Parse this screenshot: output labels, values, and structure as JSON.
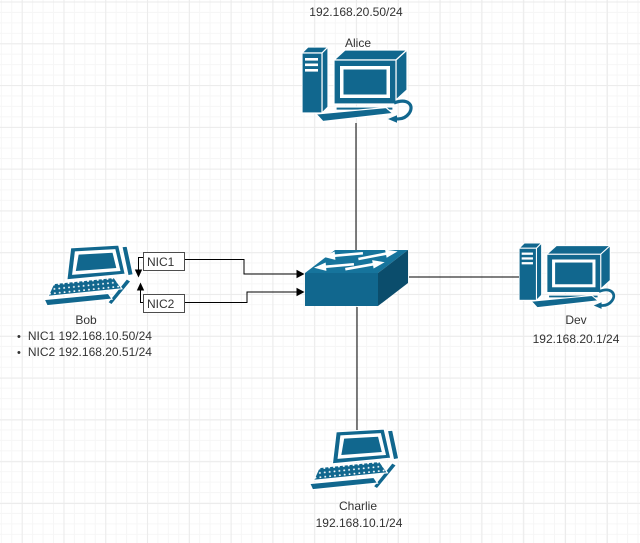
{
  "diagram": {
    "nodes": {
      "alice": {
        "name": "Alice",
        "ip": "192.168.20.50/24",
        "icon": "desktop-computer-icon"
      },
      "bob": {
        "name": "Bob",
        "icon": "laptop-icon",
        "nic_list": [
          "NIC1 192.168.10.50/24",
          "NIC2 192.168.20.51/24"
        ]
      },
      "charlie": {
        "name": "Charlie",
        "ip": "192.168.10.1/24",
        "icon": "laptop-icon"
      },
      "dev": {
        "name": "Dev",
        "ip": "192.168.20.1/24",
        "icon": "desktop-computer-icon"
      },
      "switch": {
        "icon": "ethernet-switch-icon"
      }
    },
    "port_labels": {
      "nic1": "NIC1",
      "nic2": "NIC2"
    },
    "colors": {
      "device": "#11678e",
      "device_top": "#16749c",
      "device_dark": "#0b4d6c",
      "connector": "#000000",
      "text": "#333333",
      "label_box_border": "#4d4d4d",
      "label_box_bg": "#ffffff",
      "canvas_bg": "#ffffff",
      "grid_minor": "#f6f6f6",
      "grid_major": "#ebebeb"
    }
  }
}
